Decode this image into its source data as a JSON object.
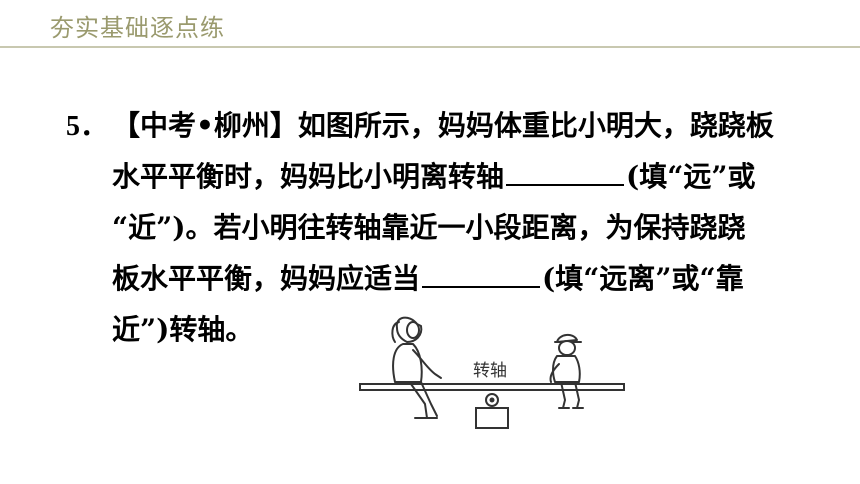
{
  "header": {
    "title": "夯实基础逐点练"
  },
  "question": {
    "number": "5．",
    "line1": "【中考•柳州】如图所示，妈妈体重比小明大，跷跷板",
    "line2_a": "水平平衡时，妈妈比小明离转轴",
    "line2_b": "(填“远”或",
    "line3": "“近”)。若小明往转轴靠近一小段距离，为保持跷跷",
    "line4_a": "板水平平衡，妈妈应适当",
    "line4_b": "(填“远离”或“靠",
    "line5": "近”)转轴。"
  },
  "figure": {
    "pivot_label": "转轴"
  }
}
